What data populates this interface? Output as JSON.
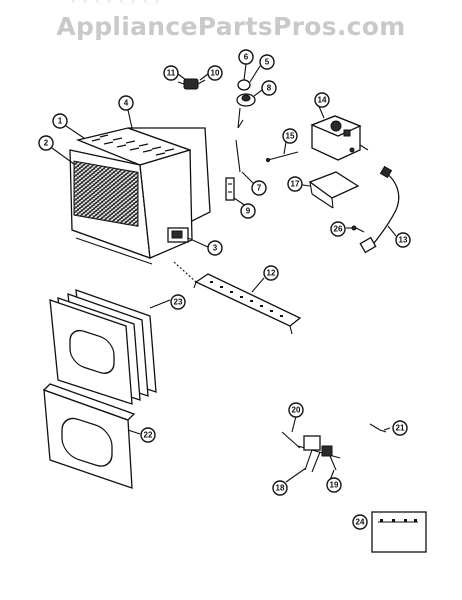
{
  "watermark": {
    "text": "AppliancePartsPros.com",
    "color": "#c9c9c9",
    "cut_text": "( ) ( )  ( )  ( )"
  },
  "callouts": [
    {
      "id": "1",
      "label": "1"
    },
    {
      "id": "2",
      "label": "2"
    },
    {
      "id": "3",
      "label": "3"
    },
    {
      "id": "4",
      "label": "4"
    },
    {
      "id": "5",
      "label": "5"
    },
    {
      "id": "6",
      "label": "6"
    },
    {
      "id": "7",
      "label": "7"
    },
    {
      "id": "8",
      "label": "8"
    },
    {
      "id": "9",
      "label": "9"
    },
    {
      "id": "10",
      "label": "10"
    },
    {
      "id": "11",
      "label": "11"
    },
    {
      "id": "12",
      "label": "12"
    },
    {
      "id": "13",
      "label": "13"
    },
    {
      "id": "14",
      "label": "14"
    },
    {
      "id": "15",
      "label": "15"
    },
    {
      "id": "17",
      "label": "17"
    },
    {
      "id": "18",
      "label": "18"
    },
    {
      "id": "19",
      "label": "19"
    },
    {
      "id": "20",
      "label": "20"
    },
    {
      "id": "21",
      "label": "21"
    },
    {
      "id": "22",
      "label": "22"
    },
    {
      "id": "23",
      "label": "23"
    },
    {
      "id": "24",
      "label": "24"
    },
    {
      "id": "26",
      "label": "26"
    }
  ]
}
